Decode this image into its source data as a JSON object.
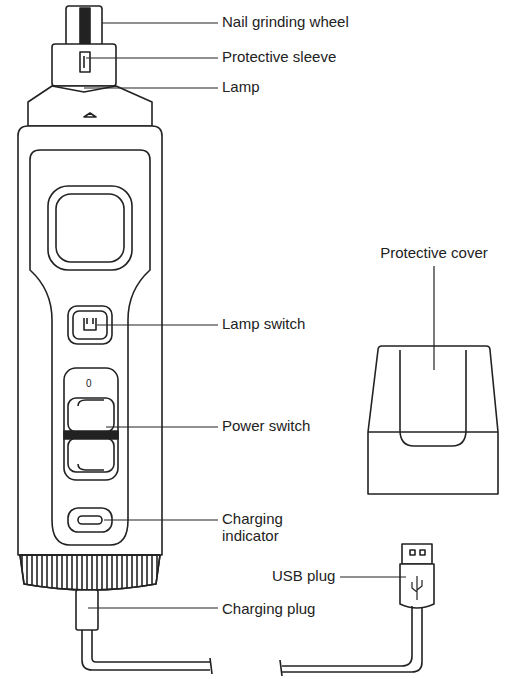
{
  "diagram": {
    "labels": [
      "Nail grinding wheel",
      "Protective sleeve",
      "Lamp",
      "Lamp switch",
      "0",
      "Power switch",
      "Charging indicator",
      "Protective cover",
      "USB plug",
      "Charging plug"
    ]
  }
}
